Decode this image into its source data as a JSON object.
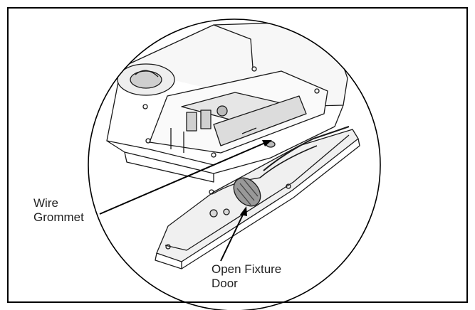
{
  "callouts": {
    "wire_grommet": {
      "line1": "Wire",
      "line2": "Grommet"
    },
    "open_fixture_door": {
      "line1": "Open Fixture",
      "line2": "Door"
    }
  }
}
